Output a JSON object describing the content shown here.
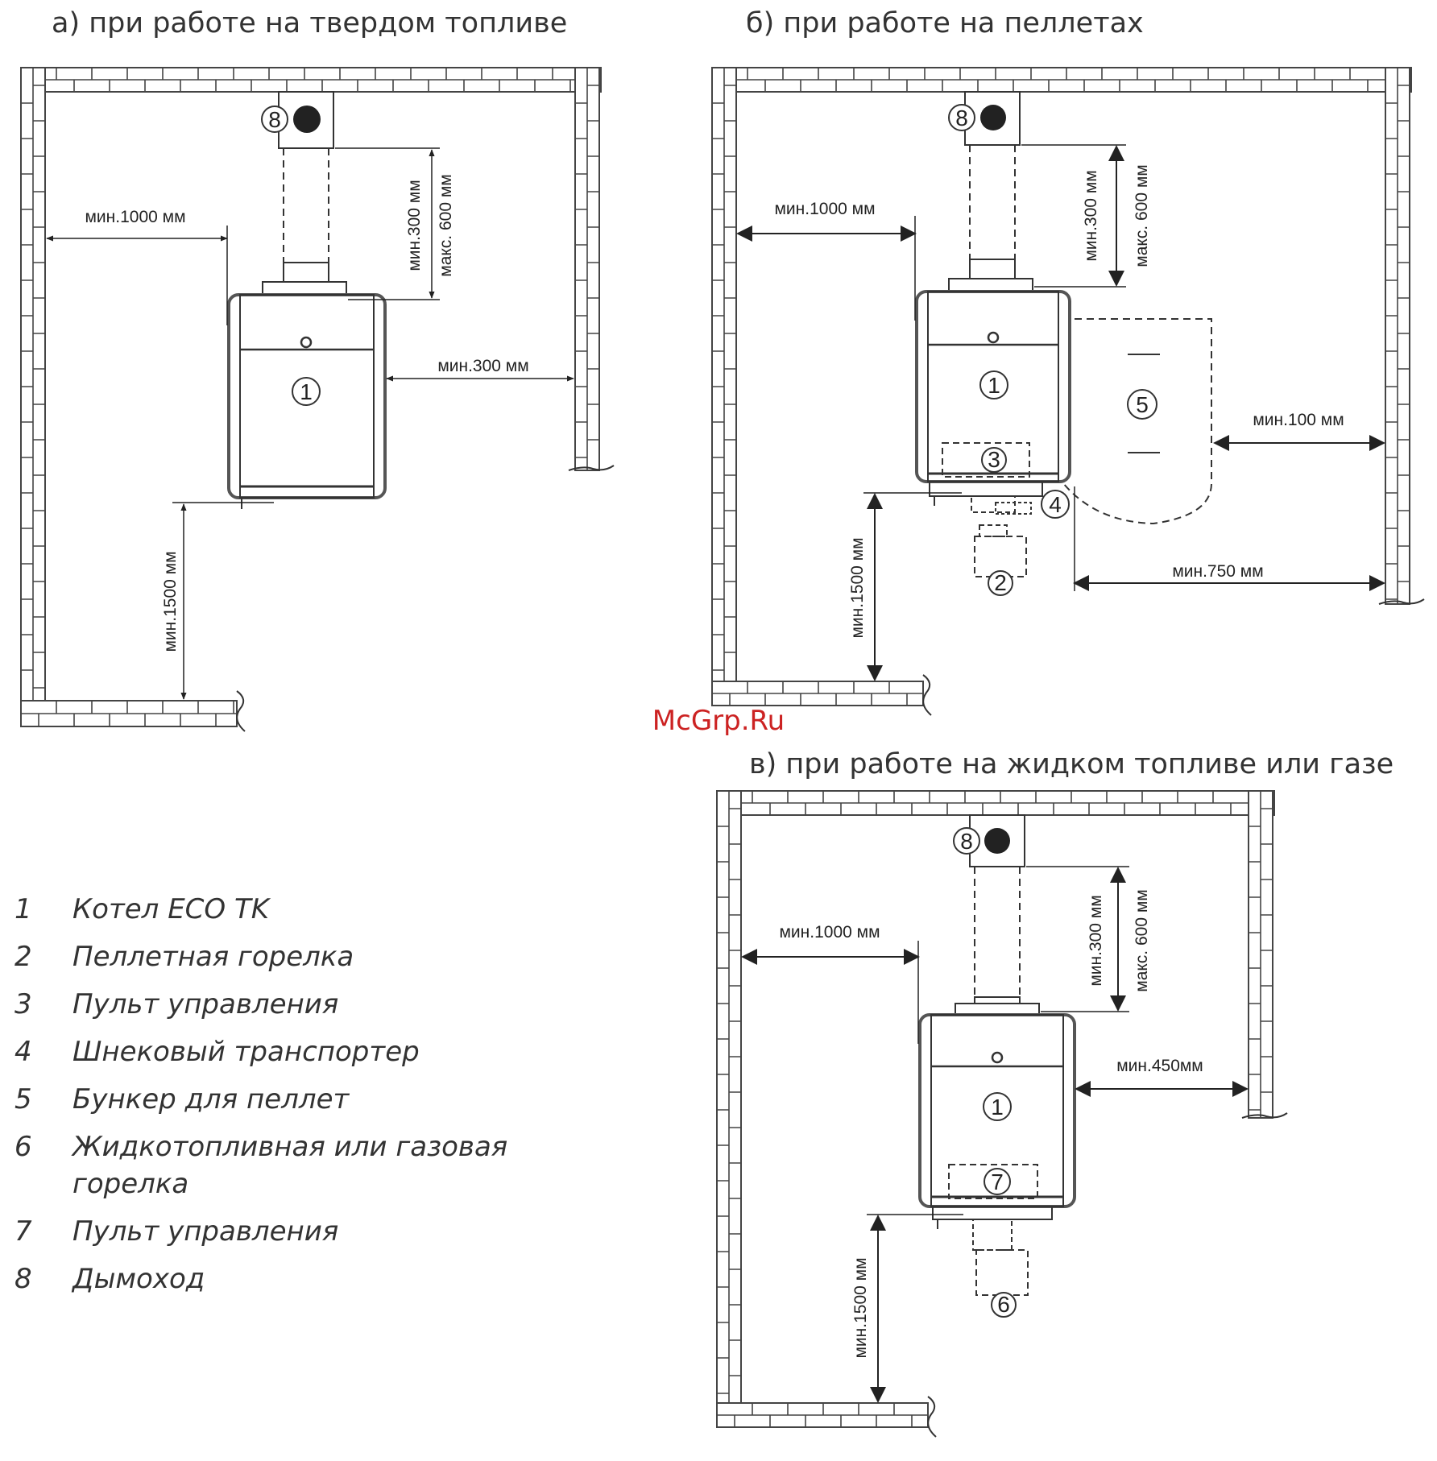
{
  "schemes": [
    {
      "title": "а)  при работе на твердом топливе",
      "dims": {
        "left": "мин.1000 мм",
        "right": "мин.300 мм",
        "front": "мин.1500 мм",
        "flue_min": "мин.300 мм",
        "flue_max": "макс. 600 мм"
      },
      "markers": [
        "8",
        "1"
      ]
    },
    {
      "title": "б)  при работе на пеллетах",
      "dims": {
        "left": "мин.1000 мм",
        "hopper_wall": "мин.100 мм",
        "hopper_front": "мин.750 мм",
        "front": "мин.1500 мм",
        "flue_min": "мин.300 мм",
        "flue_max": "макс. 600 мм"
      },
      "markers": [
        "8",
        "1",
        "3",
        "4",
        "5",
        "2"
      ]
    },
    {
      "title": "в)  при работе на жидком топливе или газе",
      "dims": {
        "left": "мин.1000 мм",
        "right": "мин.450мм",
        "front": "мин.1500 мм",
        "flue_min": "мин.300 мм",
        "flue_max": "макс. 600 мм"
      },
      "markers": [
        "8",
        "1",
        "7",
        "6"
      ]
    }
  ],
  "watermark": "McGrp.Ru",
  "legend": [
    {
      "num": "1",
      "text": "Котел ECO TK"
    },
    {
      "num": "2",
      "text": "Пеллетная горелка"
    },
    {
      "num": "3",
      "text": "Пульт управления"
    },
    {
      "num": "4",
      "text": "Шнековый транспортер"
    },
    {
      "num": "5",
      "text": "Бункер для пеллет"
    },
    {
      "num": "6",
      "text": "Жидкотопливная или газовая горелка"
    },
    {
      "num": "7",
      "text": "Пульт управления"
    },
    {
      "num": "8",
      "text": "Дымоход"
    }
  ],
  "colors": {
    "line": "#333333",
    "brick": "#444444",
    "watermark": "#cc2222"
  }
}
